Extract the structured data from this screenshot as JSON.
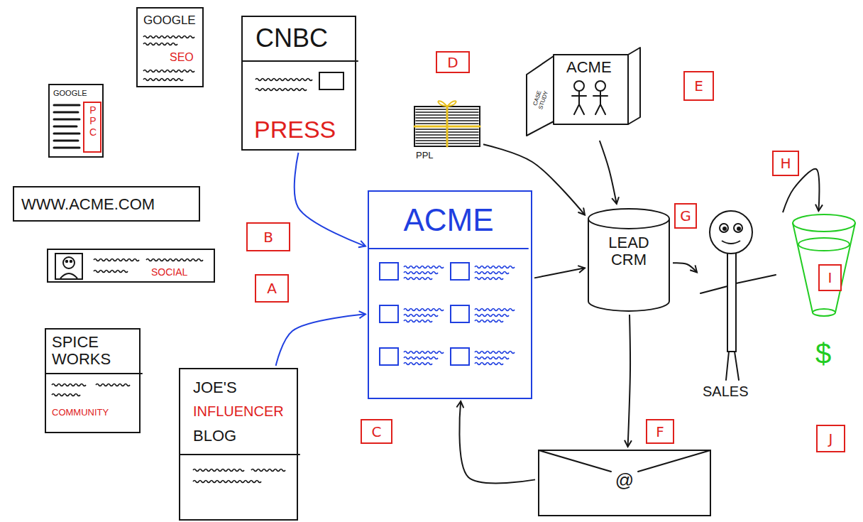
{
  "diagram": {
    "nodes": [
      {
        "text": [
          "GOOGLE",
          "SEO"
        ]
      },
      {
        "text": [
          "GOOGLE",
          "PPC"
        ]
      },
      {
        "text": [
          "CNBC",
          "PRESS"
        ]
      },
      {
        "text": [
          "WWW.ACME.COM"
        ]
      },
      {
        "text": [
          "SOCIAL"
        ]
      },
      {
        "text": [
          "SPICE WORKS",
          "COMMUNITY"
        ]
      },
      {
        "text": [
          "JOE'S",
          "INFLUENCER",
          "BLOG"
        ]
      },
      {
        "text": [
          "ACME"
        ]
      },
      {
        "text": [
          "PPL"
        ]
      },
      {
        "text": [
          "CASE STUDY",
          "ACME"
        ]
      },
      {
        "text": [
          "LEAD CRM"
        ]
      },
      {
        "text": [
          "SALES"
        ]
      },
      {
        "text": [
          "$"
        ]
      },
      {
        "text": [
          "@"
        ]
      }
    ],
    "edges": [
      {
        "from": 2,
        "to": 7,
        "arrow": "to"
      },
      {
        "from": 6,
        "to": 7,
        "arrow": "to"
      },
      {
        "from": 7,
        "to": 10,
        "arrow": "to"
      },
      {
        "from": 8,
        "to": 10,
        "arrow": "to"
      },
      {
        "from": 9,
        "to": 10,
        "arrow": "to"
      },
      {
        "from": 10,
        "to": 11,
        "arrow": "to"
      },
      {
        "from": 11,
        "to": 12,
        "arrow": "to"
      },
      {
        "from": 10,
        "to": 13,
        "arrow": "to"
      },
      {
        "from": 13,
        "to": 7,
        "arrow": "to"
      }
    ],
    "labels": [
      "A",
      "B",
      "C",
      "D",
      "E",
      "F",
      "G",
      "H",
      "I",
      "J"
    ]
  }
}
